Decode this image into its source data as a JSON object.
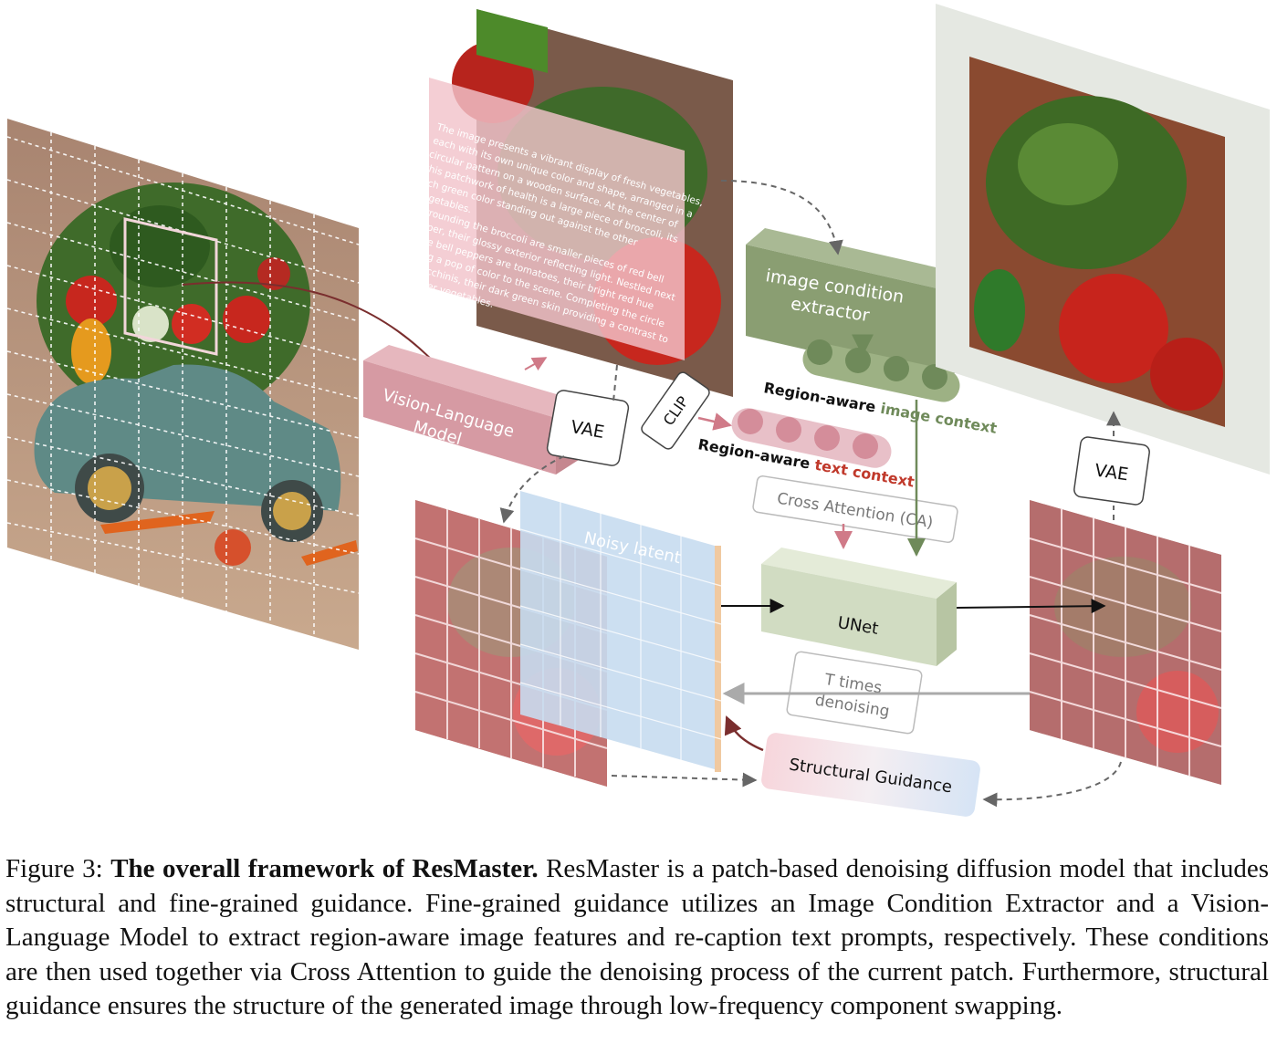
{
  "diagram": {
    "vlm_label": [
      "Vision-Language",
      "Model"
    ],
    "vae_left": "VAE",
    "vae_right": "VAE",
    "clip": "CLIP",
    "image_condition_extractor": [
      "image condition",
      "extractor"
    ],
    "region_image_prefix": "Region-aware ",
    "region_image_highlight": "image context",
    "region_text_prefix": "Region-aware ",
    "region_text_highlight": "text context",
    "cross_attention": "Cross Attention (CA)",
    "noisy_latent": "Noisy latent",
    "unet": "UNet",
    "t_times": [
      "T times",
      "denoising"
    ],
    "structural_guidance": "Structural Guidance",
    "vlm_text": [
      "The image presents a vibrant display of fresh vegetables,",
      "each with its own unique color and shape, arranged in a",
      "circular pattern on a wooden surface. At the center of",
      "this patchwork of health is a large piece of broccoli, its",
      "rich green color standing out against the other",
      "vegetables.",
      "Surrounding the broccoli are smaller pieces of red bell",
      "pepper, their glossy exterior reflecting light. Nestled next",
      "to the bell peppers are tomatoes, their bright red hue",
      "adding a pop of color to the scene. Completing the circle",
      "are zucchinis, their dark green skin providing a contrast to",
      "the other vegetables."
    ]
  },
  "caption": {
    "figure_label": "Figure 3: ",
    "bold": "The overall framework of ResMaster.",
    "text": " ResMaster is a patch-based denoising diffusion model that includes structural and fine-grained guidance. Fine-grained guidance utilizes an Image Condition Extractor and a Vision-Language Model to extract region-aware image features and re-caption text prompts, respectively.  These conditions are then used together via Cross Attention to guide the denoising process of the current patch. Furthermore, structural guidance ensures the structure of the generated image through low-frequency component swapping."
  },
  "colors": {
    "pink": "#d78a97",
    "green_box": "#8a9e72",
    "green_dark": "#6f8a5a",
    "red_text": "#c0392b"
  }
}
